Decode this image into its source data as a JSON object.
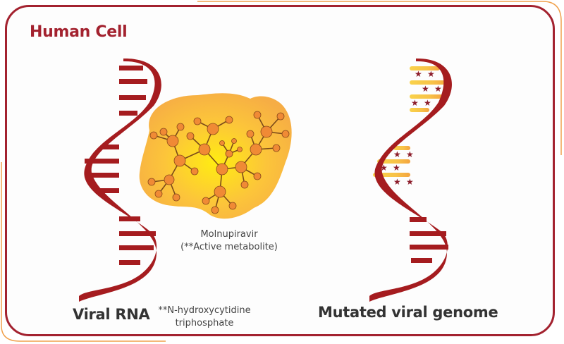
{
  "title": "Human Cell",
  "labels": {
    "viral_rna": "Viral RNA",
    "mutated_genome": "Mutated viral genome",
    "drug_name": "Molnupiravir",
    "drug_note": "(**Active metabolite)",
    "footnote_line1": "**N-hydroxycytidine",
    "footnote_line2": "triphosphate"
  },
  "colors": {
    "frame": "#a3222f",
    "strand": "#a51c1f",
    "blob_outer": "#f7b23b",
    "blob_center": "#ffe81a",
    "atom": "#f08a35",
    "bond": "#7a4a1a",
    "mutation_bar": "#f6b944",
    "star": "#8c1c2a",
    "accent_outline": "#f0a04b"
  },
  "icons": {
    "viral_rna": "rna-helix-icon",
    "mutated_genome": "mutated-helix-icon",
    "molecule": "molecule-icon",
    "mutation_marker": "star-icon"
  }
}
